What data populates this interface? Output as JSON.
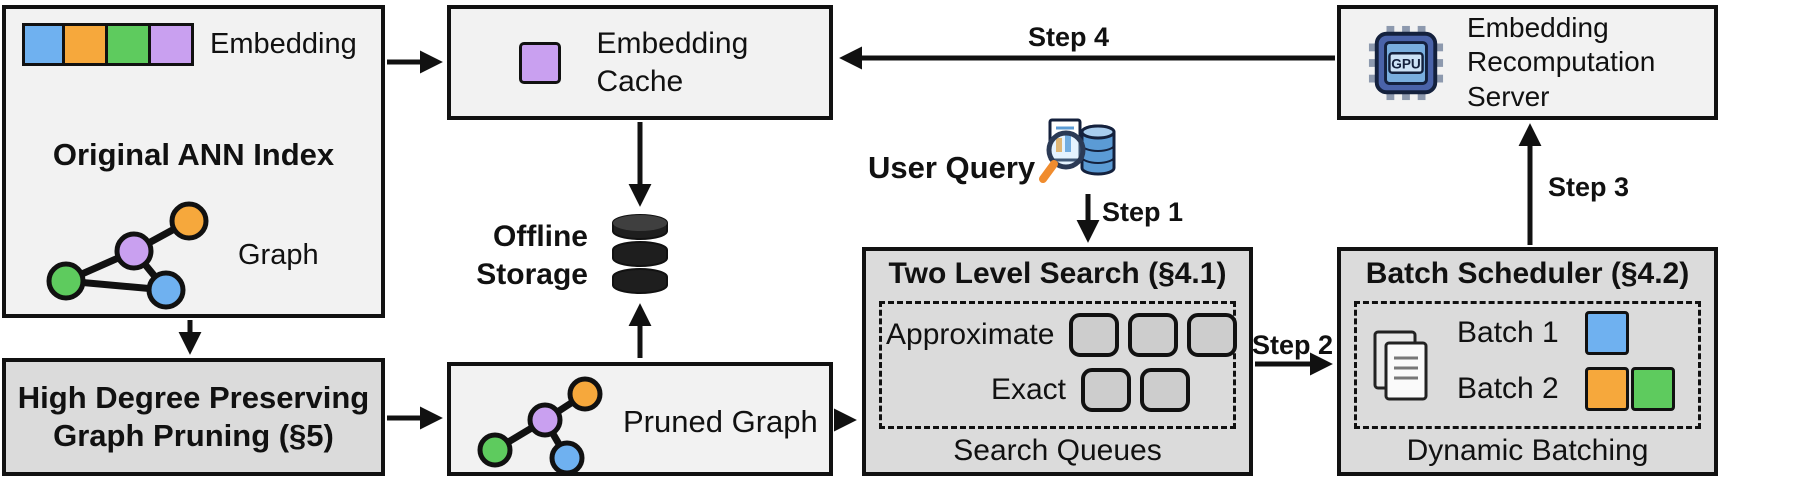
{
  "diagram": {
    "ann_index": {
      "title": "Original ANN Index",
      "embedding_label": "Embedding",
      "graph_label": "Graph"
    },
    "embedding_cache": {
      "label": "Embedding Cache"
    },
    "recomputation_server": {
      "label": "Embedding Recomputation Server",
      "chip_text": "GPU"
    },
    "offline_storage": {
      "label": "Offline Storage"
    },
    "user_query": {
      "label": "User Query"
    },
    "two_level_search": {
      "title": "Two Level Search (§4.1)",
      "rows": [
        {
          "label": "Approximate",
          "queue_count": 3
        },
        {
          "label": "Exact",
          "queue_count": 2
        }
      ],
      "footer": "Search Queues"
    },
    "batch_scheduler": {
      "title": "Batch Scheduler (§4.2)",
      "batches": [
        {
          "label": "Batch 1"
        },
        {
          "label": "Batch 2"
        }
      ],
      "footer": "Dynamic Batching"
    },
    "graph_pruning": {
      "title": "High Degree Preserving Graph Pruning (§5)"
    },
    "pruned_graph": {
      "label": "Pruned Graph"
    },
    "steps": {
      "step1": "Step 1",
      "step2": "Step 2",
      "step3": "Step 3",
      "step4": "Step 4"
    }
  },
  "colors": {
    "blue": "#6fb1f0",
    "orange": "#f6a83c",
    "green": "#5ecb5e",
    "purple": "#c9a0f0",
    "box_light": "#f2f2f2",
    "box_gray": "#dbdbdb",
    "border": "#111111"
  }
}
